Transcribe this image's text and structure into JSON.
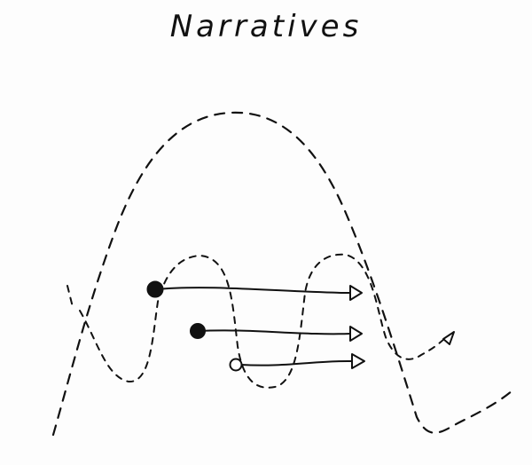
{
  "title": "Narratives",
  "colors": {
    "ink": "#111111",
    "paper": "#fdfdfd"
  },
  "markers": [
    {
      "name": "start-dot-1",
      "fill": "filled"
    },
    {
      "name": "start-dot-2",
      "fill": "filled"
    },
    {
      "name": "start-dot-3",
      "fill": "hollow"
    }
  ]
}
